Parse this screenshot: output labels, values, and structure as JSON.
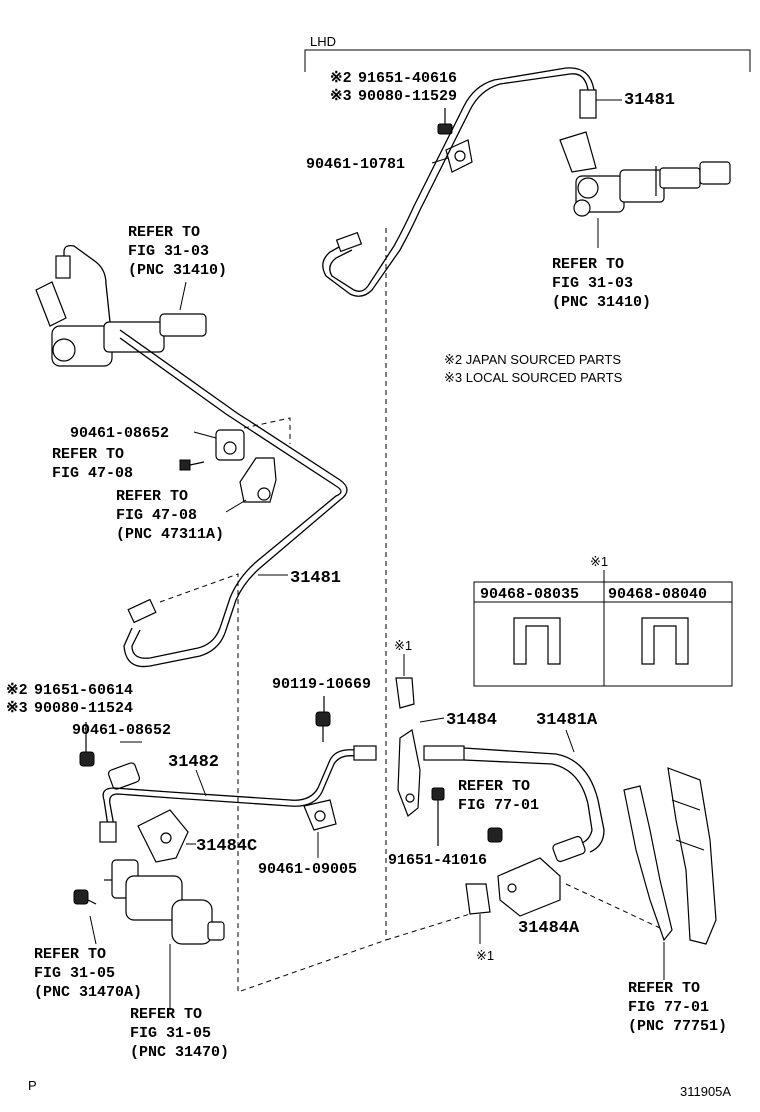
{
  "header": {
    "variant": "LHD"
  },
  "notes": {
    "japan": "※2 JAPAN SOURCED PARTS",
    "local": "※3 LOCAL SOURCED PARTS"
  },
  "top": {
    "mark2": "※2",
    "part2": "91651-40616",
    "mark3": "※3",
    "part3": "90080-11529",
    "clamp": "90461-10781",
    "tube": "31481",
    "refer_right": [
      "REFER TO",
      "FIG 31-03",
      "(PNC 31410)"
    ]
  },
  "left_upper": {
    "refer": [
      "REFER TO",
      "FIG 31-03",
      "(PNC 31410)"
    ],
    "clamp": "90461-08652",
    "refer_bolt": [
      "REFER TO",
      "FIG 47-08"
    ],
    "refer_bracket": [
      "REFER TO",
      "FIG 47-08",
      "(PNC 47311A)"
    ],
    "tube": "31481"
  },
  "clip_table": {
    "mark": "※1",
    "headers": [
      "90468-08035",
      "90468-08040"
    ]
  },
  "bottom_left": {
    "mark2": "※2",
    "part2": "91651-60614",
    "mark3": "※3",
    "part3": "90080-11524",
    "clamp": "90461-08652",
    "bolt_top": "90119-10669",
    "tube": "31482",
    "bracket": "31484C",
    "clamp2": "90461-09005",
    "refer_a": [
      "REFER TO",
      "FIG 31-05",
      "(PNC 31470A)"
    ],
    "refer_b": [
      "REFER TO",
      "FIG 31-05",
      "(PNC 31470)"
    ]
  },
  "bottom_right": {
    "mark1_top": "※1",
    "bracket": "31484",
    "hose": "31481A",
    "refer_bolt": [
      "REFER TO",
      "FIG 77-01"
    ],
    "bolt": "91651-41016",
    "bracket_a": "31484A",
    "mark1_bottom": "※1",
    "refer_frame": [
      "REFER TO",
      "FIG 77-01",
      "(PNC 77751)"
    ]
  },
  "footer": {
    "left": "P",
    "right": "311905A"
  }
}
